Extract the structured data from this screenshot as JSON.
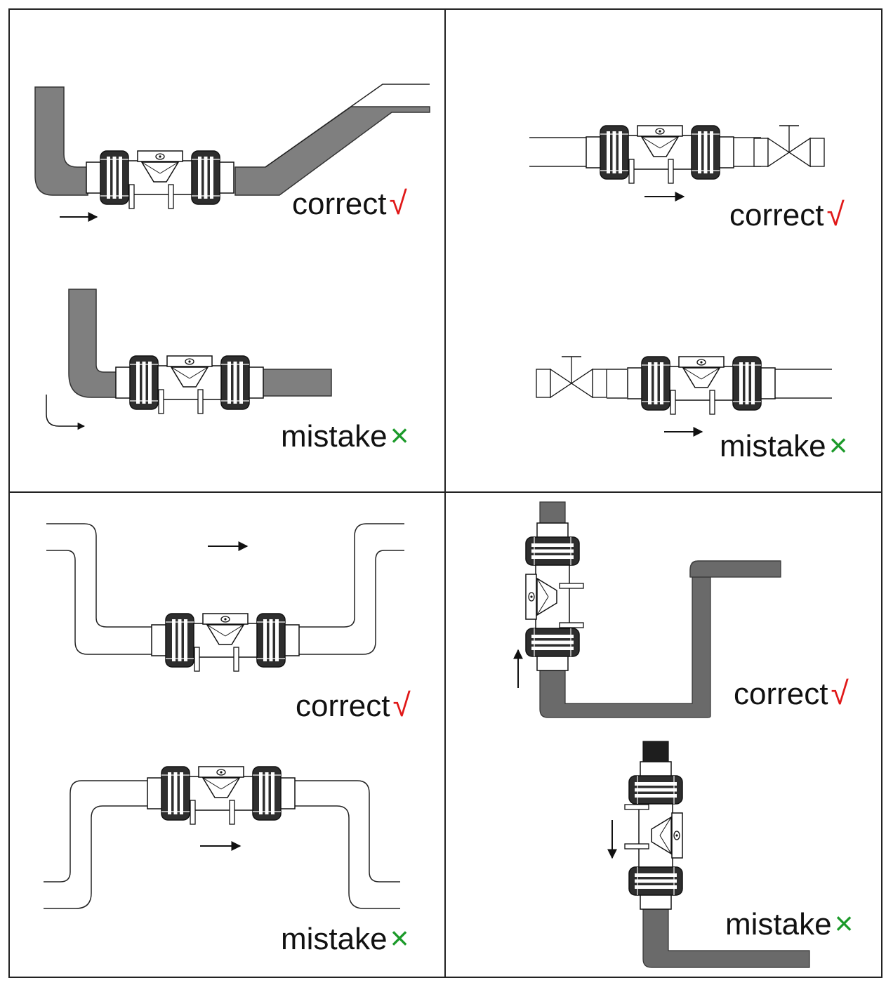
{
  "colors": {
    "border": "#222222",
    "pipe_fill": "#7f7f7f",
    "pipe_dark": "#2a2a2a",
    "correct_mark": "#e01818",
    "mistake_mark": "#1c9a2a"
  },
  "panels": {
    "top_left": {
      "upper": {
        "text": "correct",
        "mark": "√"
      },
      "lower": {
        "text": "mistake",
        "mark": "×"
      }
    },
    "top_right": {
      "upper": {
        "text": "correct",
        "mark": "√"
      },
      "lower": {
        "text": "mistake",
        "mark": "×"
      }
    },
    "bottom_left": {
      "upper": {
        "text": "correct",
        "mark": "√"
      },
      "lower": {
        "text": "mistake",
        "mark": "×"
      }
    },
    "bottom_right": {
      "upper": {
        "text": "correct",
        "mark": "√"
      },
      "lower": {
        "text": "mistake",
        "mark": "×"
      }
    }
  },
  "icons": {
    "valve": "check-valve-icon",
    "gate": "gate-valve-icon",
    "arrow": "flow-arrow-icon"
  }
}
